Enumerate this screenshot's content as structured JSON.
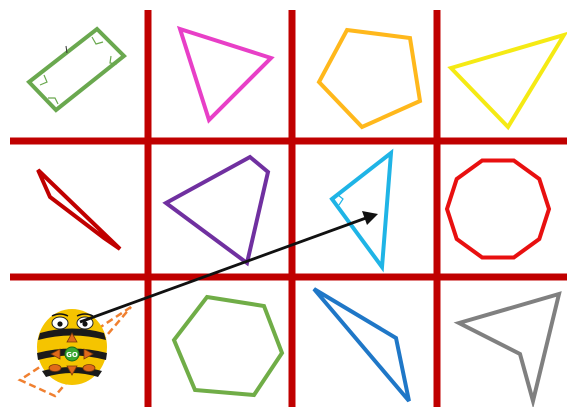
{
  "grid": {
    "color": "#c00000",
    "columns": 4,
    "rows": 3
  },
  "shapes": [
    {
      "name": "rectangle",
      "color": "#6aa84f",
      "right_angle_marks": true
    },
    {
      "name": "triangle",
      "color": "#e83fc7"
    },
    {
      "name": "pentagon",
      "color": "#ffb81c"
    },
    {
      "name": "triangle",
      "color": "#f5ea14"
    },
    {
      "name": "parallelogram",
      "color": "#c00000"
    },
    {
      "name": "quadrilateral",
      "color": "#7030a0"
    },
    {
      "name": "right-triangle",
      "color": "#1fb4e6",
      "right_angle_marks": true
    },
    {
      "name": "decagon",
      "color": "#e81010"
    },
    {
      "name": "robot",
      "color": "#f5c400"
    },
    {
      "name": "hexagon",
      "color": "#70ad47"
    },
    {
      "name": "triangle",
      "color": "#1f77c7"
    },
    {
      "name": "concave-quadrilateral",
      "color": "#808080"
    }
  ],
  "robot": {
    "name": "bee-bot",
    "button_label": "GO",
    "body_color": "#f5c400",
    "stripe_color": "#1a1a1a",
    "pointer_color": "#f08030"
  },
  "path_arrow": {
    "color": "#111111",
    "from_cell": [
      2,
      0
    ],
    "to_cell": [
      1,
      2
    ]
  }
}
